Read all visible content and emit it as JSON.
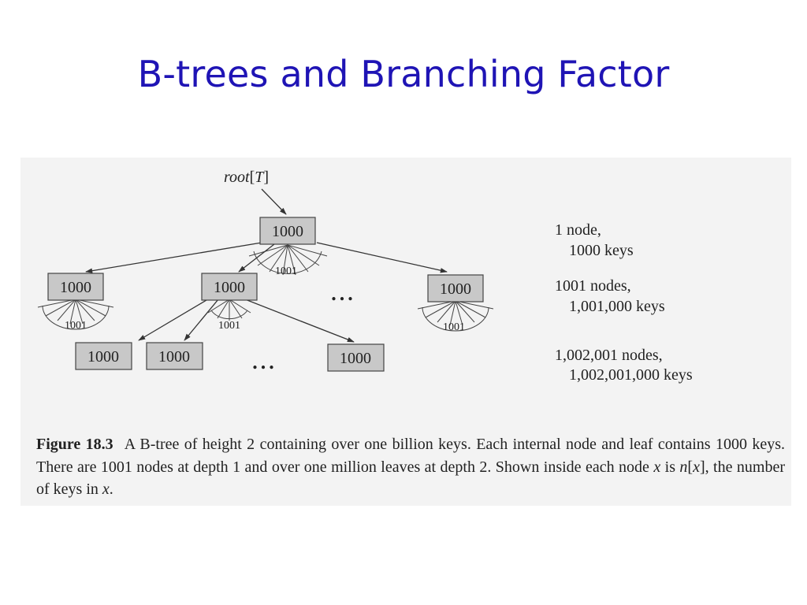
{
  "slide": {
    "title": "B-trees and Branching Factor"
  },
  "figure": {
    "root_label": {
      "name": "root",
      "bracket_open": "[",
      "var": "T",
      "bracket_close": "]"
    },
    "node_keys": "1000",
    "children_label": "1001",
    "ellipsis": "...",
    "levels": [
      {
        "line1": "1 node,",
        "line2": "1000 keys"
      },
      {
        "line1": "1001 nodes,",
        "line2": "1,001,000 keys"
      },
      {
        "line1": "1,002,001 nodes,",
        "line2": "1,002,001,000 keys"
      }
    ],
    "caption": {
      "label": "Figure 18.3",
      "t1": "A B-tree of height 2 containing over one billion keys. Each internal node and leaf contains 1000 keys. There are 1001 nodes at depth 1 and over one million leaves at depth 2. Shown inside each node ",
      "v1": "x",
      "t2": " is ",
      "v2": "n",
      "t3": "[",
      "v3": "x",
      "t4": "], the number of keys in ",
      "v4": "x",
      "t5": "."
    }
  },
  "colors": {
    "title": "#1f14b5",
    "node_fill": "#c8c8c8",
    "panel_bg": "#f3f3f3"
  }
}
